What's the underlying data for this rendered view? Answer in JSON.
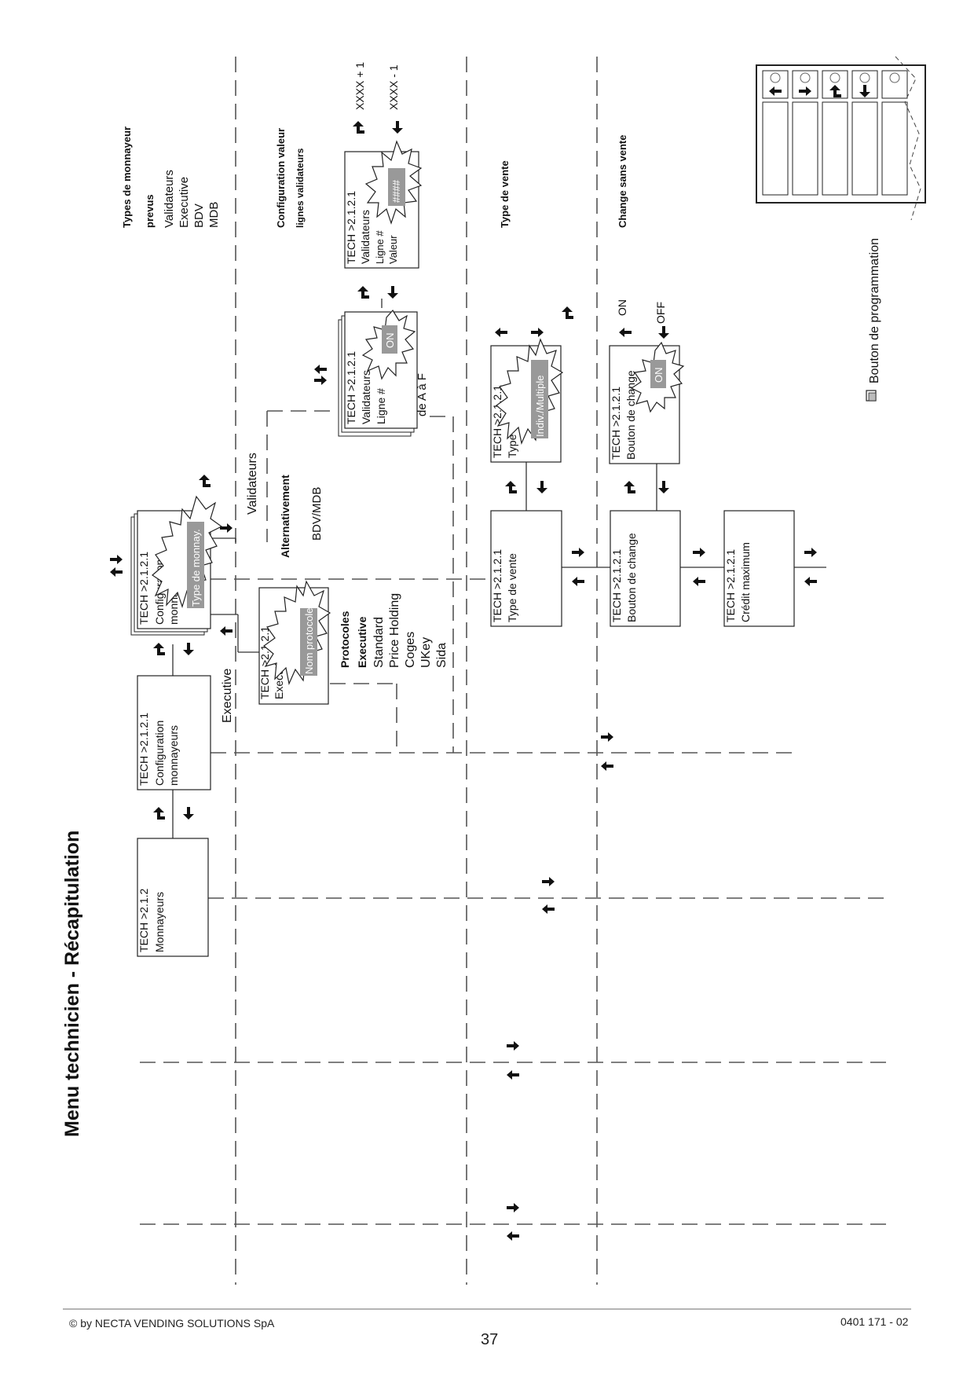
{
  "page_title": "Menu technicien - Récapitulation",
  "footer": {
    "copyright": "© by NECTA VENDING SOLUTIONS SpA",
    "page_number": "37",
    "doc_code": "0401 171 - 02"
  },
  "sections": {
    "types_monnayeur": {
      "heading": "Types de monnayeur",
      "subheading": "prevus",
      "items": [
        "Validateurs",
        "Executive",
        "BDV",
        "MDB"
      ]
    },
    "config_valeur": {
      "heading1": "Configuration valeur",
      "heading2": "lignes validateurs"
    },
    "type_vente": {
      "heading": "Type de vente"
    },
    "change_sans_vente": {
      "heading": "Change sans vente"
    }
  },
  "boxes": {
    "monnayeurs": {
      "code": "TECH >2.1.2",
      "label": "Monnayeurs"
    },
    "config_monnayeurs": {
      "code": "TECH >2.1.2.1",
      "line1": "Configuration",
      "line2": "monnayeurs"
    },
    "config_monnayeurs_sel": {
      "code": "TECH >2.1.2.1",
      "line1": "Configuration",
      "line2": "monnayeurs",
      "burst": "Type de monnay."
    },
    "executive": {
      "code": "TECH >2.1.2.1",
      "label": "Executive",
      "burst": "Nom protocole"
    },
    "validateurs_ligne": {
      "code": "TECH >2.1.2.1",
      "line1": "Validateurs",
      "line2": "Ligne #",
      "burst": "ON"
    },
    "validateurs_valeur": {
      "code": "TECH >2.1.2.1",
      "line1": "Validateurs",
      "line2": "Ligne #",
      "line3": "Valeur",
      "burst": "####"
    },
    "type_vente_sel": {
      "code": "TECH >2.1.2.1",
      "label": "Type de vente",
      "burst": "Indiv./Multiple"
    },
    "type_vente": {
      "code": "TECH >2.1.2.1",
      "label": "Type de vente"
    },
    "bouton_change_sel": {
      "code": "TECH >2.1.2.1",
      "label": "Bouton de change",
      "burst": "ON"
    },
    "bouton_change": {
      "code": "TECH >2.1.2.1",
      "label": "Bouton de change"
    },
    "credit_maximum": {
      "code": "TECH >2.1.2.1",
      "label": "Crédit maximum"
    }
  },
  "labels": {
    "executive_branch": "Executive",
    "validateurs_branch": "Validateurs",
    "alternativement": "Alternativement",
    "bdv_mdb": "BDV/MDB",
    "de_a_a_f": "de A à F",
    "xxxx_plus": "XXXX + 1",
    "xxxx_minus": "XXXX - 1",
    "on": "ON",
    "off": "OFF",
    "bouton_programmation": "Bouton de programmation"
  },
  "protocoles": {
    "heading1": "Protocoles",
    "heading2": "Executive",
    "items": [
      "Standard",
      "Price Holding",
      "Coges",
      "UKey",
      "Sida"
    ]
  },
  "icons": [
    "arrow-left-icon",
    "arrow-right-icon",
    "arrow-up-left-icon",
    "arrow-down-icon",
    "programming-button-icon"
  ]
}
